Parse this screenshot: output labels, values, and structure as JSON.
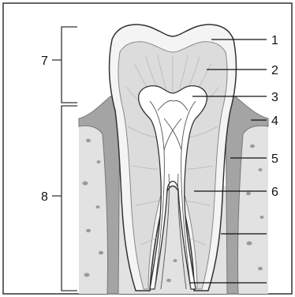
{
  "diagram": {
    "labels": {
      "l1": "1",
      "l2": "2",
      "l3": "3",
      "l4": "4",
      "l5": "5",
      "l6": "6",
      "l7": "7",
      "l8": "8"
    }
  },
  "colors": {
    "frame": "#333333",
    "enamel": "#f4f4f4",
    "dentin": "#dcdcdc",
    "pulp": "#c9c9c9",
    "gum": "#a4a4a4",
    "bone": "#e2e2e2",
    "bone_dots": "#9a9a9a",
    "leader": "#111111"
  }
}
